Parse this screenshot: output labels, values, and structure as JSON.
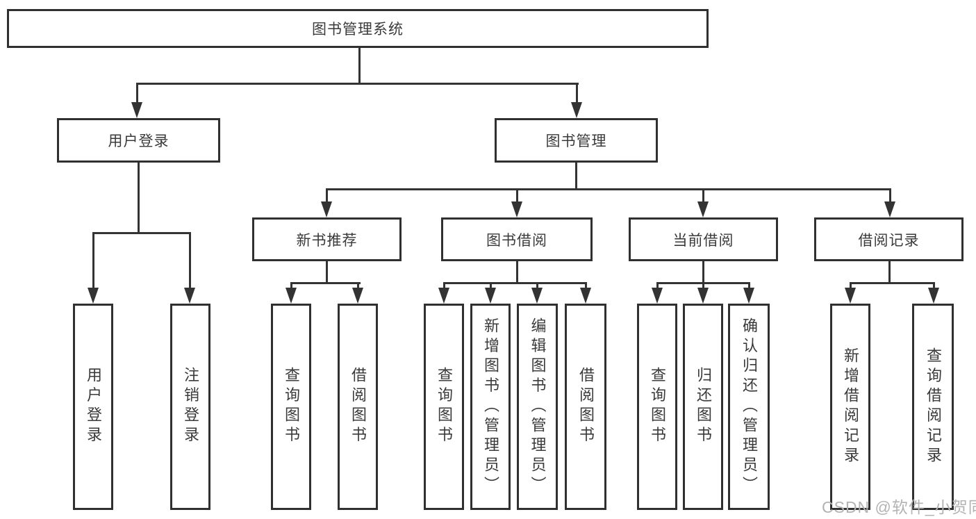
{
  "diagram_title": "图书管理系统",
  "tree": {
    "label": "图书管理系统",
    "children": [
      {
        "label": "用户登录",
        "children": [
          {
            "label": "用户登录"
          },
          {
            "label": "注销登录"
          }
        ]
      },
      {
        "label": "图书管理",
        "children": [
          {
            "label": "新书推荐",
            "children": [
              {
                "label": "查询图书"
              },
              {
                "label": "借阅图书"
              }
            ]
          },
          {
            "label": "图书借阅",
            "children": [
              {
                "label": "查询图书"
              },
              {
                "label": "新增图书（管理员）"
              },
              {
                "label": "编辑图书（管理员）"
              },
              {
                "label": "借阅图书"
              }
            ]
          },
          {
            "label": "当前借阅",
            "children": [
              {
                "label": "查询图书"
              },
              {
                "label": "归还图书"
              },
              {
                "label": "确认归还（管理员）"
              }
            ]
          },
          {
            "label": "借阅记录",
            "children": [
              {
                "label": "新增借阅记录"
              },
              {
                "label": "查询借阅记录"
              }
            ]
          }
        ]
      }
    ]
  },
  "watermark": {
    "text": "CSDN @软件_小贺同学"
  },
  "colors": {
    "line": "#333333",
    "box_border": "#303030",
    "text": "#3a3a3a",
    "watermark": "#b3b3b3",
    "background": "#ffffff"
  }
}
